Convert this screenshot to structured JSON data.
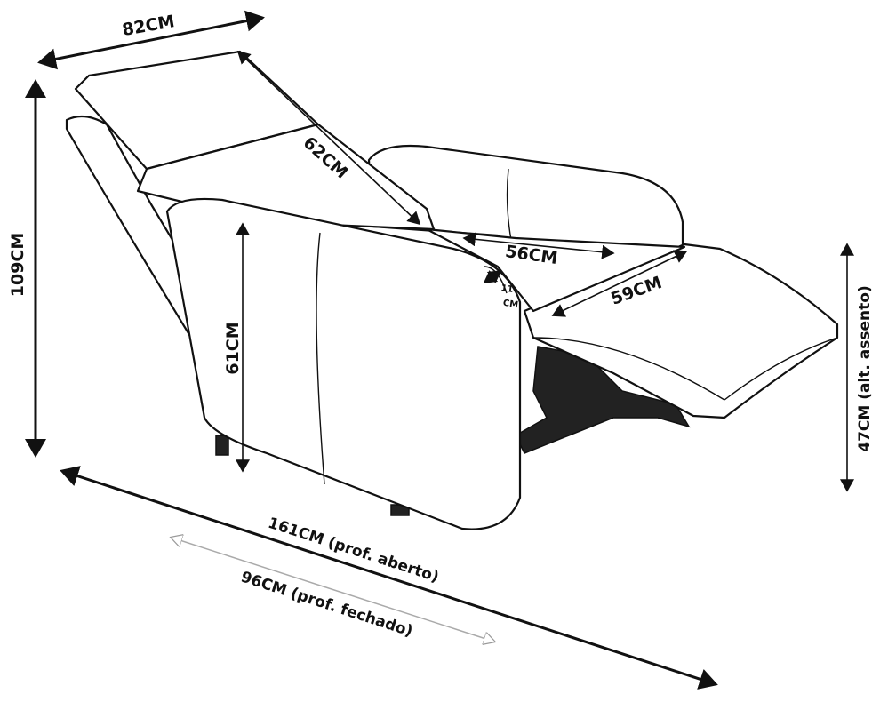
{
  "colors": {
    "line": "#111111",
    "background": "#ffffff",
    "closed_depth_arrow": "#b0b0b0"
  },
  "dimensions": {
    "width": "82CM",
    "height": "109CM",
    "backrest": "62CM",
    "arm_height": "61CM",
    "seat_depth": "56CM",
    "arm_width_top": "11",
    "arm_width_bottom": "CM",
    "footrest": "59CM",
    "seat_height": "47CM (alt. assento)",
    "depth_open": "161CM (prof. aberto)",
    "depth_closed": "96CM (prof. fechado)"
  }
}
